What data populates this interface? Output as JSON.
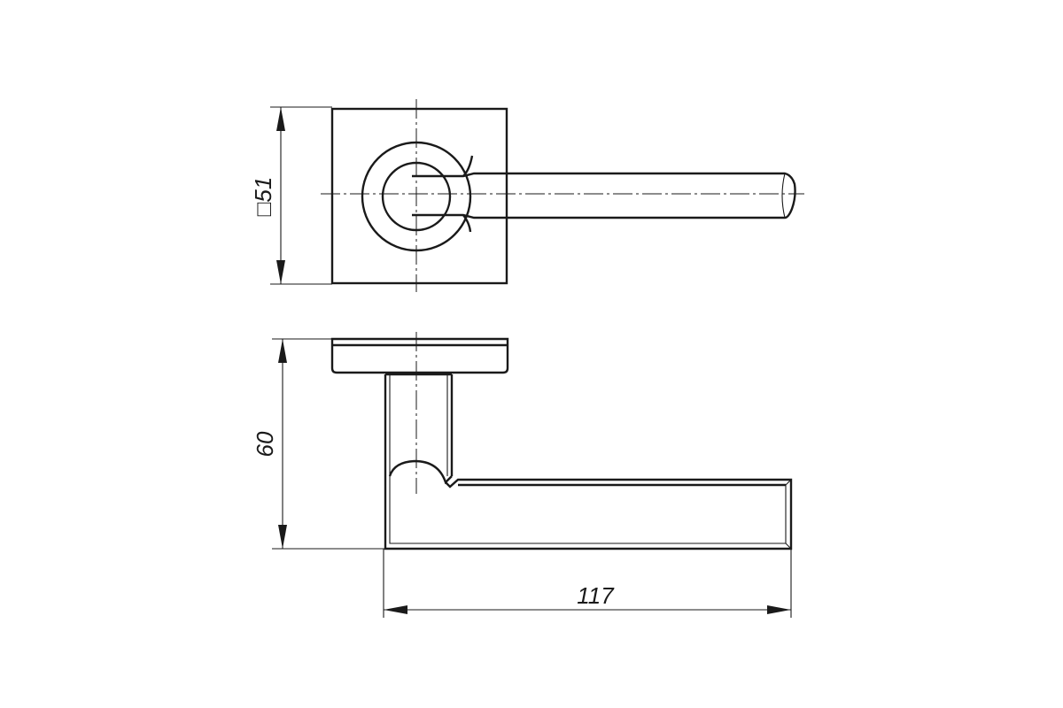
{
  "dimensions": {
    "rosette_size": "□51",
    "height": "60",
    "length": "117"
  }
}
